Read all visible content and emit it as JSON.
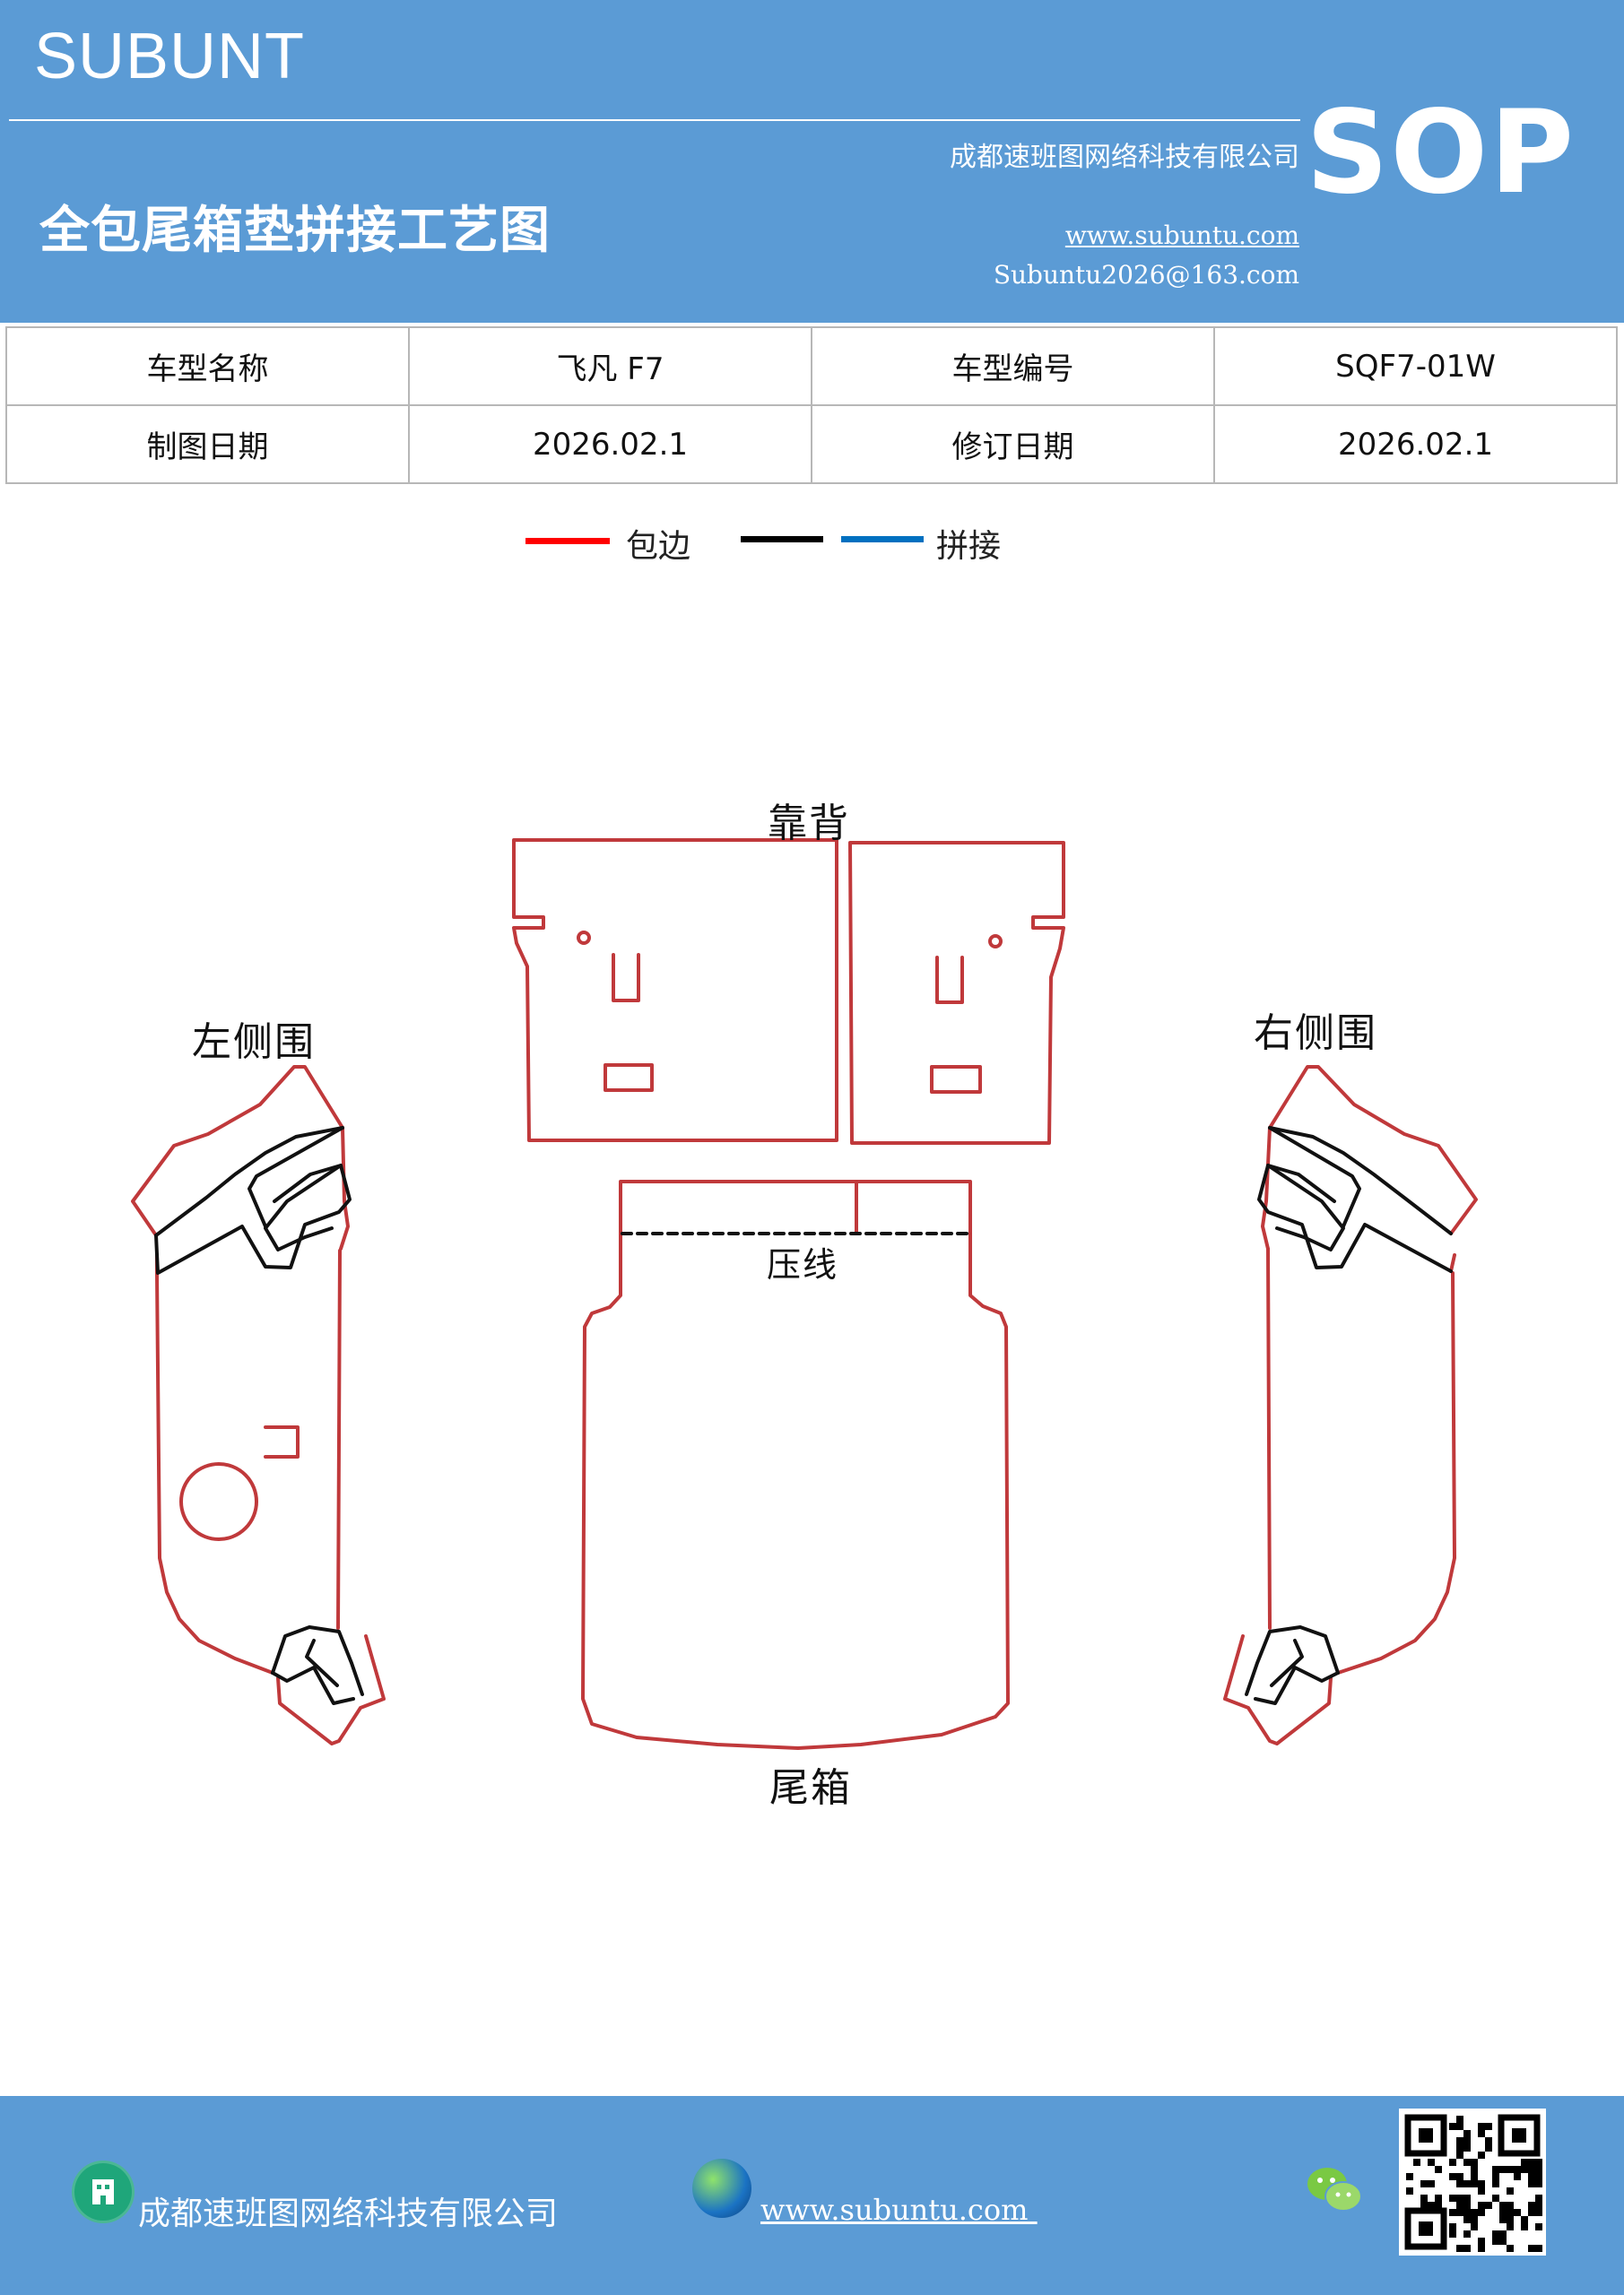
{
  "header": {
    "brand": "SUBUNT",
    "company": "成都速班图网络科技有限公司",
    "title": "全包尾箱垫拼接工艺图",
    "website": "www.subuntu.com",
    "email": "Subuntu2026@163.com",
    "badge": "SOP"
  },
  "info": {
    "model_name_label": "车型名称",
    "model_name": "飞凡 F7",
    "model_no_label": "车型编号",
    "model_no": "SQF7-01W",
    "draw_date_label": "制图日期",
    "draw_date": "2026.02.1",
    "revise_date_label": "修订日期",
    "revise_date": "2026.02.1"
  },
  "legend": {
    "items": [
      {
        "color": "#ff0000",
        "label": "包边"
      },
      {
        "color": "#000000",
        "label": ""
      },
      {
        "color": "#0070c0",
        "label": "拼接"
      }
    ]
  },
  "diagram": {
    "backrest_label": "靠背",
    "left_side_label": "左侧围",
    "right_side_label": "右侧围",
    "press_line_label": "压线",
    "trunk_label": "尾箱",
    "outline_color": "#c0393b",
    "spliced_color": "#111111"
  },
  "footer": {
    "company": "成都速班图网络科技有限公司",
    "website": "www.subuntu.com ",
    "icons": [
      "building-icon",
      "globe-icon",
      "wechat-icon",
      "qr-code"
    ]
  }
}
